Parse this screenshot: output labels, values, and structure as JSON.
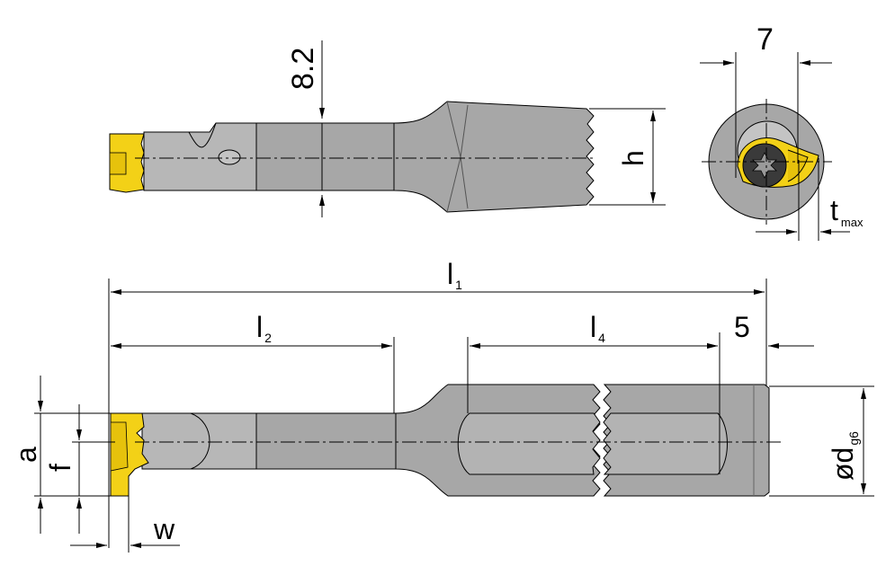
{
  "colors": {
    "steel": "#a7a7a7",
    "steel_light": "#bdbdbd",
    "steel_dark": "#8f8f8f",
    "insert_yellow": "#f3d117",
    "outline": "#000000"
  },
  "top_view": {
    "dim_8_2": "8.2",
    "dim_h": "h"
  },
  "end_view": {
    "dim_7": "7",
    "dim_t_main": "t",
    "dim_t_sub": "max"
  },
  "side_view": {
    "dim_l1_main": "l",
    "dim_l1_sub": "1",
    "dim_l2_main": "l",
    "dim_l2_sub": "2",
    "dim_l4_main": "l",
    "dim_l4_sub": "4",
    "dim_5": "5",
    "dim_d_main": "ød",
    "dim_d_sub": "g6",
    "dim_a": "a",
    "dim_f": "f",
    "dim_w": "w"
  }
}
